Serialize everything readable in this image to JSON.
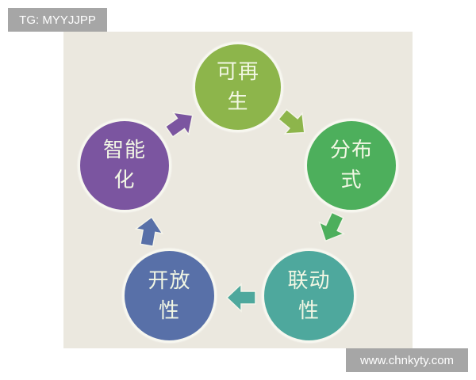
{
  "watermark_top": "TG: MYYJJPP",
  "watermark_bottom": "www.chnkyty.com",
  "diagram": {
    "type": "cycle",
    "background_color": "#ebe8df",
    "nodes": [
      {
        "id": "renewable",
        "line1": "可再",
        "line2": "生",
        "color": "#8db54b"
      },
      {
        "id": "distributed",
        "line1": "分布",
        "line2": "式",
        "color": "#4daf5c"
      },
      {
        "id": "linkage",
        "line1": "联动",
        "line2": "性",
        "color": "#4ea89d"
      },
      {
        "id": "openness",
        "line1": "开放",
        "line2": "性",
        "color": "#5870a8"
      },
      {
        "id": "intelligent",
        "line1": "智能",
        "line2": "化",
        "color": "#7b55a0"
      }
    ],
    "arrows": [
      {
        "from": "renewable",
        "to": "distributed",
        "color": "#8db54b"
      },
      {
        "from": "distributed",
        "to": "linkage",
        "color": "#4daf5c"
      },
      {
        "from": "linkage",
        "to": "openness",
        "color": "#4ea89d"
      },
      {
        "from": "openness",
        "to": "intelligent",
        "color": "#5870a8"
      },
      {
        "from": "intelligent",
        "to": "renewable",
        "color": "#7b55a0"
      }
    ]
  }
}
